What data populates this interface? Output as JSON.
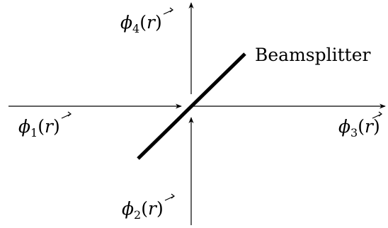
{
  "inputs": {
    "phi1": {
      "symbol": "ϕ",
      "index": "1",
      "argument": "r"
    },
    "phi2": {
      "symbol": "ϕ",
      "index": "2",
      "argument": "r"
    }
  },
  "outputs": {
    "phi3": {
      "symbol": "ϕ",
      "index": "3",
      "argument": "r"
    },
    "phi4": {
      "symbol": "ϕ",
      "index": "4",
      "argument": "r"
    }
  },
  "beamsplitter": {
    "label": "Beamsplitter"
  },
  "colors": {
    "ink": "#000000",
    "background": "#ffffff"
  }
}
